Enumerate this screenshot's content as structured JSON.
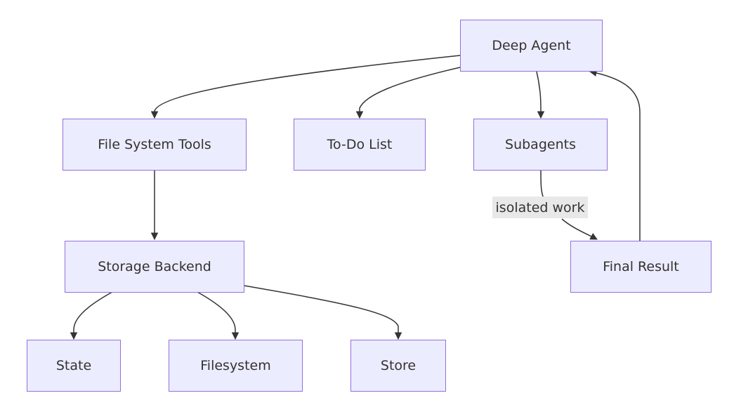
{
  "diagram": {
    "nodes": {
      "deep_agent": "Deep Agent",
      "file_system_tools": "File System Tools",
      "todo_list": "To-Do List",
      "subagents": "Subagents",
      "storage_backend": "Storage Backend",
      "final_result": "Final Result",
      "state": "State",
      "filesystem": "Filesystem",
      "store": "Store"
    },
    "edge_labels": {
      "subagents_to_final_result": "isolated work"
    },
    "colors": {
      "node_fill": "#ECECFF",
      "node_border": "#9370DB",
      "edge": "#333333",
      "text": "#333333",
      "edge_label_bg": "#E8E8E8"
    }
  }
}
